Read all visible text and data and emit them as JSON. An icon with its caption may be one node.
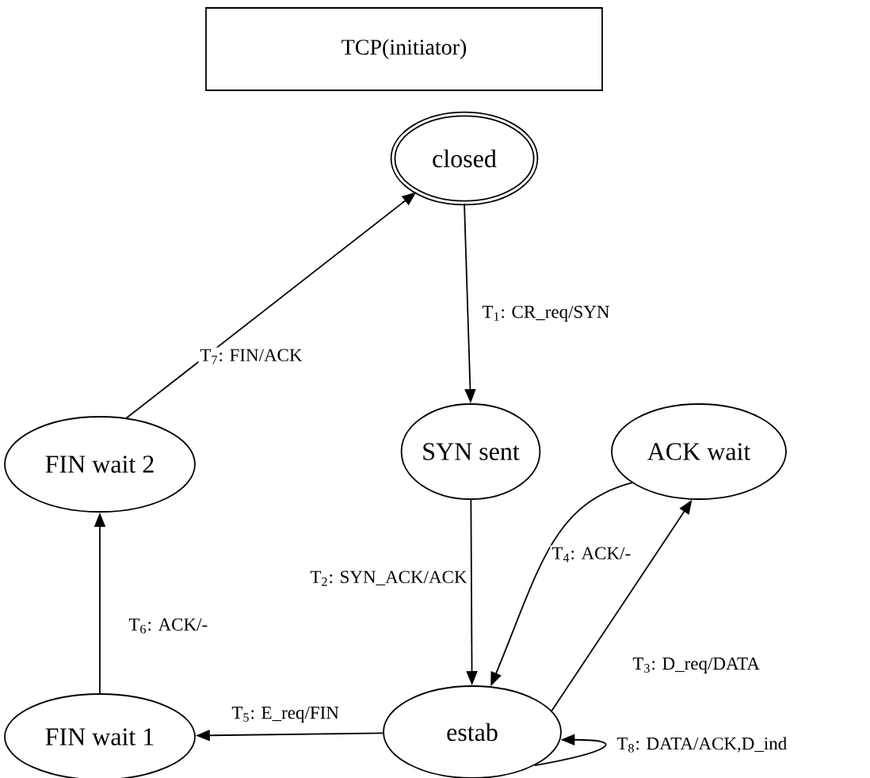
{
  "diagram": {
    "nodes": [
      {
        "text": [
          "TCP(initiator)"
        ]
      },
      {
        "text": [
          "closed"
        ]
      },
      {
        "text": [
          "FIN wait 2"
        ]
      },
      {
        "text": [
          "SYN sent"
        ]
      },
      {
        "text": [
          "ACK wait"
        ]
      },
      {
        "text": [
          "FIN wait 1"
        ]
      },
      {
        "text": [
          "estab"
        ]
      }
    ],
    "edges": [
      {
        "from": 1,
        "to": 3,
        "arrow": "to",
        "label": "T$_{1}$: CR_req/SYN"
      },
      {
        "from": 2,
        "to": 1,
        "arrow": "to",
        "label": "T$_{7}$: FIN/ACK"
      },
      {
        "from": 3,
        "to": 6,
        "arrow": "to",
        "label": "T$_{2}$: SYN_ACK/ACK"
      },
      {
        "from": 4,
        "to": 6,
        "arrow": "to",
        "label": "T$_{4}$: ACK/-"
      },
      {
        "from": 6,
        "to": 4,
        "arrow": "to",
        "label": "T$_{3}$: D_req/DATA"
      },
      {
        "from": 5,
        "to": 2,
        "arrow": "to",
        "label": "T$_{6}$: ACK/-"
      },
      {
        "from": 6,
        "to": 5,
        "arrow": "to",
        "label": "T$_{5}$: E_req/FIN"
      },
      {
        "from": 6,
        "to": 6,
        "arrow": "to",
        "label": "T$_{8}$: DATA/ACK,D_ind"
      }
    ]
  }
}
